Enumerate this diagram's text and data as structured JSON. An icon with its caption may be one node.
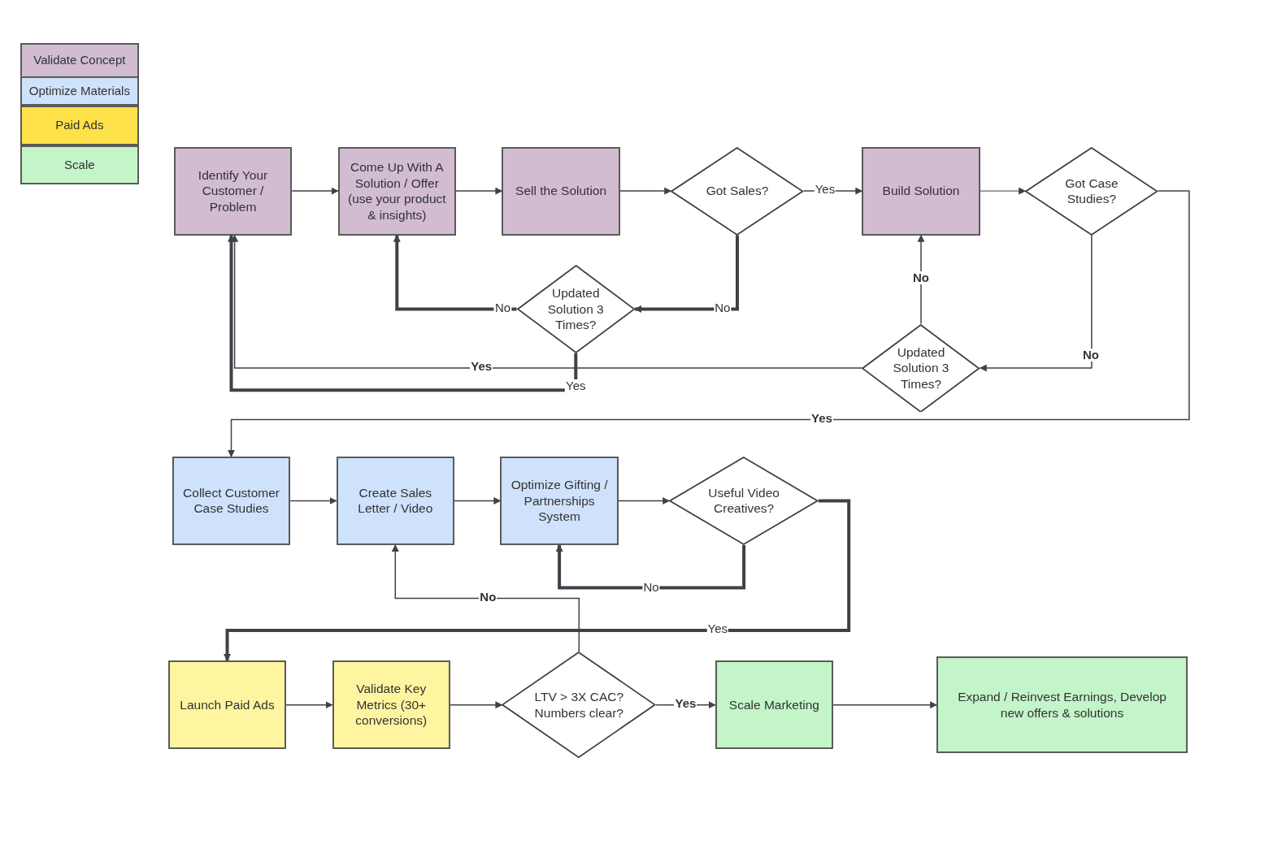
{
  "diagram": {
    "nodes": [
      {
        "text": [
          "Identify Your Customer / Problem"
        ]
      },
      {
        "text": [
          "Come Up With A Solution / Offer (use your product & insights)"
        ]
      },
      {
        "text": [
          "Sell the Solution"
        ]
      },
      {
        "text": [
          "Got Sales?"
        ]
      },
      {
        "text": [
          "Build Solution"
        ]
      },
      {
        "text": [
          "Got Case Studies?"
        ]
      },
      {
        "text": [
          "Updated Solution 3 Times?"
        ]
      },
      {
        "text": [
          "Updated Solution 3 Times?"
        ]
      },
      {
        "text": [
          "Collect Customer Case Studies"
        ]
      },
      {
        "text": [
          "Create Sales Letter / Video"
        ]
      },
      {
        "text": [
          "Optimize Gifting / Partnerships System"
        ]
      },
      {
        "text": [
          "Useful Video Creatives?"
        ]
      },
      {
        "text": [
          "Launch Paid Ads"
        ]
      },
      {
        "text": [
          "Validate Key Metrics (30+ conversions)"
        ]
      },
      {
        "text": [
          "LTV > 3X CAC? Numbers clear?"
        ]
      },
      {
        "text": [
          "Scale Marketing"
        ]
      },
      {
        "text": [
          "Expand / Reinvest Earnings, Develop new offers & solutions"
        ]
      }
    ],
    "edges": [
      {
        "from": 0,
        "to": 1,
        "arrow": "to"
      },
      {
        "from": 1,
        "to": 2,
        "arrow": "to"
      },
      {
        "from": 2,
        "to": 3,
        "arrow": "to"
      },
      {
        "from": 3,
        "to": 4,
        "arrow": "to",
        "label": "Yes"
      },
      {
        "from": 3,
        "to": 6,
        "arrow": "to",
        "label": "No",
        "style": "thick"
      },
      {
        "from": 6,
        "to": 1,
        "arrow": "to",
        "label": "No",
        "style": "thick"
      },
      {
        "from": 6,
        "to": 0,
        "arrow": "to",
        "label": "Yes",
        "style": "thick"
      },
      {
        "from": 4,
        "to": 5,
        "arrow": "to"
      },
      {
        "from": 5,
        "to": 7,
        "arrow": "to",
        "label": "No"
      },
      {
        "from": 7,
        "to": 4,
        "arrow": "to",
        "label": "No"
      },
      {
        "from": 7,
        "to": 0,
        "arrow": "to",
        "label": "Yes"
      },
      {
        "from": 5,
        "to": 8,
        "arrow": "to",
        "label": "Yes"
      },
      {
        "from": 8,
        "to": 9,
        "arrow": "to"
      },
      {
        "from": 9,
        "to": 10,
        "arrow": "to"
      },
      {
        "from": 10,
        "to": 11,
        "arrow": "to"
      },
      {
        "from": 11,
        "to": 10,
        "arrow": "to",
        "label": "No",
        "style": "thick"
      },
      {
        "from": 11,
        "to": 12,
        "arrow": "to",
        "label": "Yes",
        "style": "thick"
      },
      {
        "from": 12,
        "to": 13,
        "arrow": "to"
      },
      {
        "from": 13,
        "to": 14,
        "arrow": "to"
      },
      {
        "from": 14,
        "to": 9,
        "arrow": "to",
        "label": "No"
      },
      {
        "from": 14,
        "to": 15,
        "arrow": "to",
        "label": "Yes"
      },
      {
        "from": 15,
        "to": 16,
        "arrow": "to"
      }
    ],
    "legend": [
      {
        "text": "Validate Concept",
        "color": "#d1bcd2"
      },
      {
        "text": "Optimize Materials",
        "color": "#cfe2fb"
      },
      {
        "text": "Paid Ads",
        "color": "#ffe14a"
      },
      {
        "text": "Scale",
        "color": "#c3f5c8"
      }
    ]
  }
}
